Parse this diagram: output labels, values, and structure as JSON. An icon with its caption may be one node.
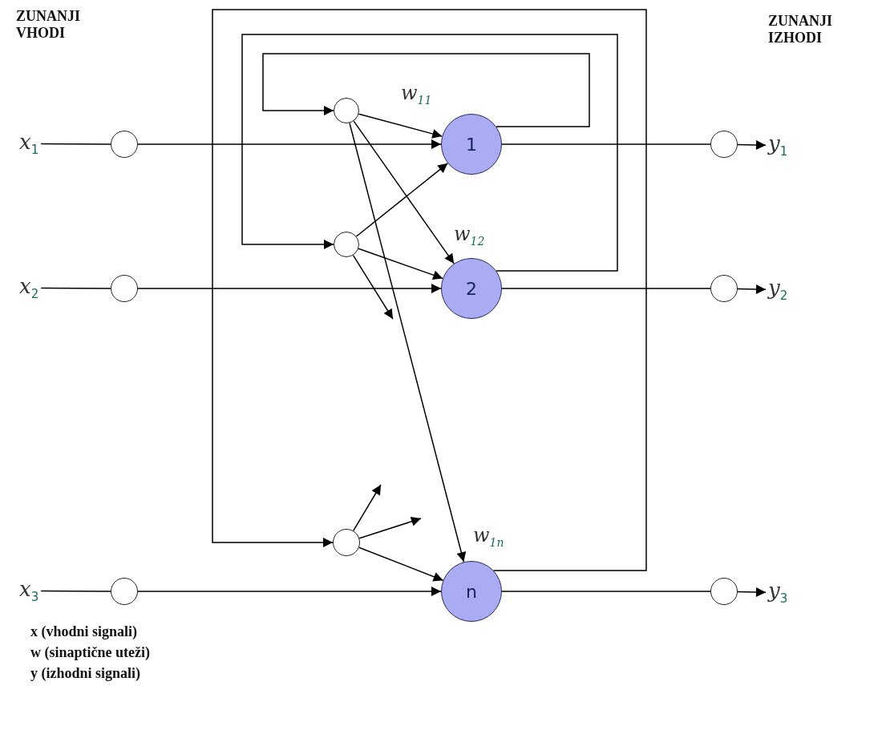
{
  "diagram": {
    "nodes": [
      {
        "text": [
          "x$_{1}$"
        ]
      },
      {
        "text": [],
        "shape": "circle"
      },
      {
        "text": [
          "x$_{2}$"
        ]
      },
      {
        "text": [],
        "shape": "circle"
      },
      {
        "text": [
          "x$_{3}$"
        ]
      },
      {
        "text": [],
        "shape": "circle"
      },
      {
        "text": [],
        "shape": "circle"
      },
      {
        "text": [],
        "shape": "circle"
      },
      {
        "text": [],
        "shape": "circle"
      },
      {
        "text": [
          "1"
        ],
        "beside": [
          "w$_{11}$"
        ]
      },
      {
        "text": [
          "2"
        ],
        "beside": [
          "w$_{12}$"
        ]
      },
      {
        "text": [
          "n"
        ],
        "beside": [
          "w$_{1n}$"
        ]
      },
      {
        "text": [],
        "shape": "circle"
      },
      {
        "text": [
          "y$_{1}$"
        ]
      },
      {
        "text": [],
        "shape": "circle"
      },
      {
        "text": [
          "y$_{2}$"
        ]
      },
      {
        "text": [],
        "shape": "circle"
      },
      {
        "text": [
          "y$_{3}$"
        ]
      }
    ],
    "edges": [
      {
        "from": 0,
        "to": 1,
        "arrow": "none"
      },
      {
        "from": 1,
        "to": 9,
        "arrow": "to"
      },
      {
        "from": 2,
        "to": 3,
        "arrow": "none"
      },
      {
        "from": 3,
        "to": 10,
        "arrow": "to"
      },
      {
        "from": 4,
        "to": 5,
        "arrow": "none"
      },
      {
        "from": 5,
        "to": 11,
        "arrow": "to"
      },
      {
        "from": 6,
        "to": 9,
        "arrow": "to"
      },
      {
        "from": 6,
        "to": 10,
        "arrow": "to"
      },
      {
        "from": 6,
        "to": 11,
        "arrow": "to"
      },
      {
        "from": 7,
        "to": 9,
        "arrow": "to"
      },
      {
        "from": 7,
        "to": 10,
        "arrow": "to"
      },
      {
        "from": 7,
        "to": null,
        "arrow": "to"
      },
      {
        "from": 8,
        "to": null,
        "arrow": "to"
      },
      {
        "from": 8,
        "to": null,
        "arrow": "to"
      },
      {
        "from": 8,
        "to": 11,
        "arrow": "to"
      },
      {
        "from": 9,
        "to": 6,
        "arrow": "to"
      },
      {
        "from": 10,
        "to": 7,
        "arrow": "to"
      },
      {
        "from": 11,
        "to": 8,
        "arrow": "to"
      },
      {
        "from": 9,
        "to": 12,
        "arrow": "none"
      },
      {
        "from": 12,
        "to": 13,
        "arrow": "to"
      },
      {
        "from": 10,
        "to": 14,
        "arrow": "none"
      },
      {
        "from": 14,
        "to": 15,
        "arrow": "to"
      },
      {
        "from": 11,
        "to": 16,
        "arrow": "none"
      },
      {
        "from": 16,
        "to": 17,
        "arrow": "to"
      }
    ],
    "labels": [
      "ZUNANJI VHODI",
      "ZUNANJI IZHODI",
      "x (vhodni signali)",
      "w (sinaptične uteži)",
      "y (izhodni signali)"
    ]
  }
}
